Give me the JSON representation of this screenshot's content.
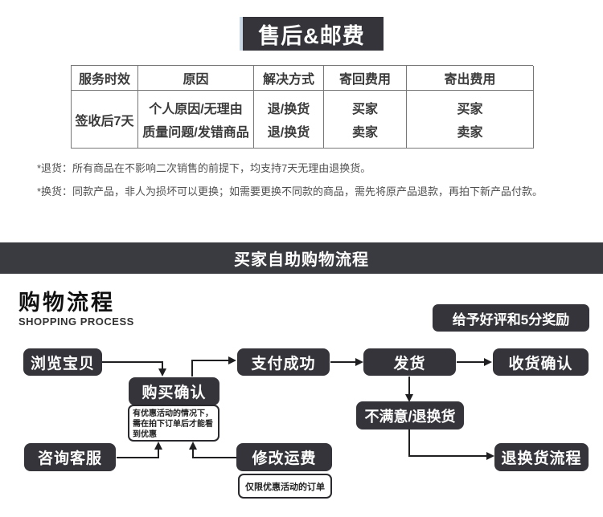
{
  "aftersales": {
    "title": "售后&邮费",
    "table": {
      "headers": [
        "服务时效",
        "原因",
        "解决方式",
        "寄回费用",
        "寄出费用"
      ],
      "service_time": "签收后7天",
      "rows": [
        {
          "reason": "个人原因/无理由",
          "solution": "退/换货",
          "return_fee": "买家",
          "send_fee": "买家"
        },
        {
          "reason": "质量问题/发错商品",
          "solution": "退/换货",
          "return_fee": "卖家",
          "send_fee": "卖家"
        }
      ]
    },
    "notes": [
      "*退货：所有商品在不影响二次销售的前提下，均支持7天无理由退换货。",
      "*换货：同款产品，非人为损坏可以更换；如需要更换不同款的商品，需先将原产品退款，再拍下新产品付款。"
    ]
  },
  "process": {
    "banner": "买家自助购物流程",
    "heading_cn": "购物流程",
    "heading_en": "SHOPPING PROCESS",
    "reward_badge": "给予好评和5分奖励",
    "nodes": {
      "browse": "浏览宝贝",
      "confirm": "购买确认",
      "pay": "支付成功",
      "ship": "发货",
      "receive": "收货确认",
      "unsatisfied": "不满意/退换货",
      "service": "咨询客服",
      "modify": "修改运费",
      "return_process": "退换货流程"
    },
    "note_discount": "有优惠活动的情况下，需在拍下订单后才能看到优惠",
    "note_order": "仅限优惠活动的订单"
  },
  "colors": {
    "box_dark": "#34343A",
    "banner_dark": "#3A3A41",
    "accent_strip": "#C9D6E4",
    "arrow": "#1F1F22",
    "table_border": "#777777"
  }
}
